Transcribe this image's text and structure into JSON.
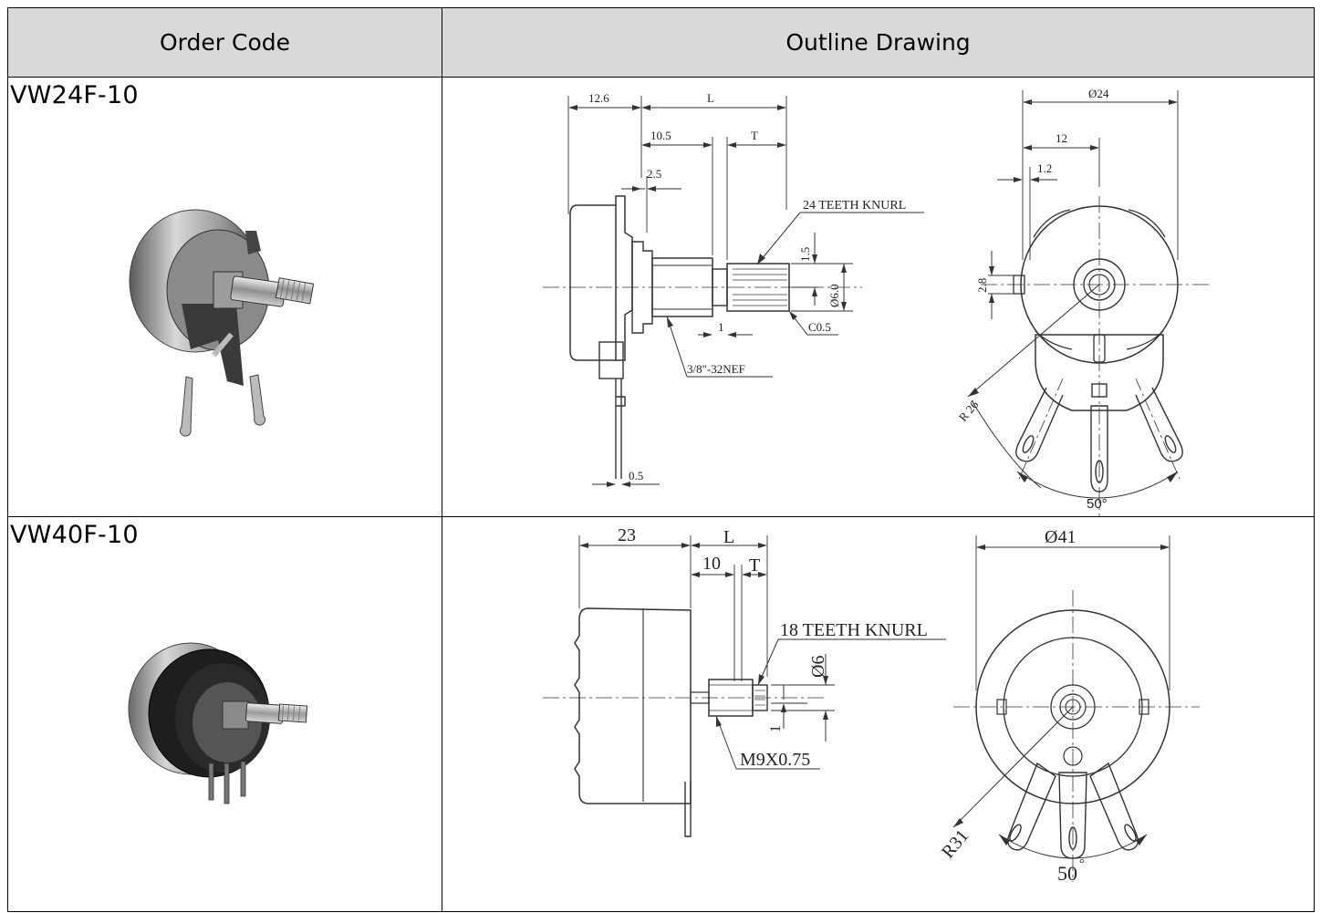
{
  "table": {
    "headers": {
      "order_code": "Order Code",
      "outline_drawing": "Outline Drawing"
    },
    "rows": [
      {
        "order_code": "VW24F-10",
        "dimensions": {
          "body_depth": "12.6",
          "shaft_length": "L",
          "bushing_length": "10.5",
          "knurl_length": "T",
          "flange": "2.5",
          "knurl_note": "24 TEETH KNURL",
          "knurl_depth": "1.5",
          "shaft_dia": "Ø6.0",
          "gap": "1",
          "chamfer": "C0.5",
          "thread": "3/8\"-32NEF",
          "terminal_thickness": "0.5",
          "body_dia": "Ø24",
          "half_dia": "12",
          "tab_offset": "1.2",
          "tab_height": "2.8",
          "radius": "R 26",
          "angle": "50°"
        }
      },
      {
        "order_code": "VW40F-10",
        "dimensions": {
          "body_depth": "23",
          "shaft_length": "L",
          "bushing_length": "10",
          "knurl_length": "T",
          "knurl_note": "18 TEETH KNURL",
          "shaft_dia": "Ø6",
          "knurl_depth": "1",
          "thread": "M9X0.75",
          "body_dia": "Ø41",
          "radius": "R31",
          "angle": "50",
          "degree": "°"
        }
      }
    ]
  }
}
